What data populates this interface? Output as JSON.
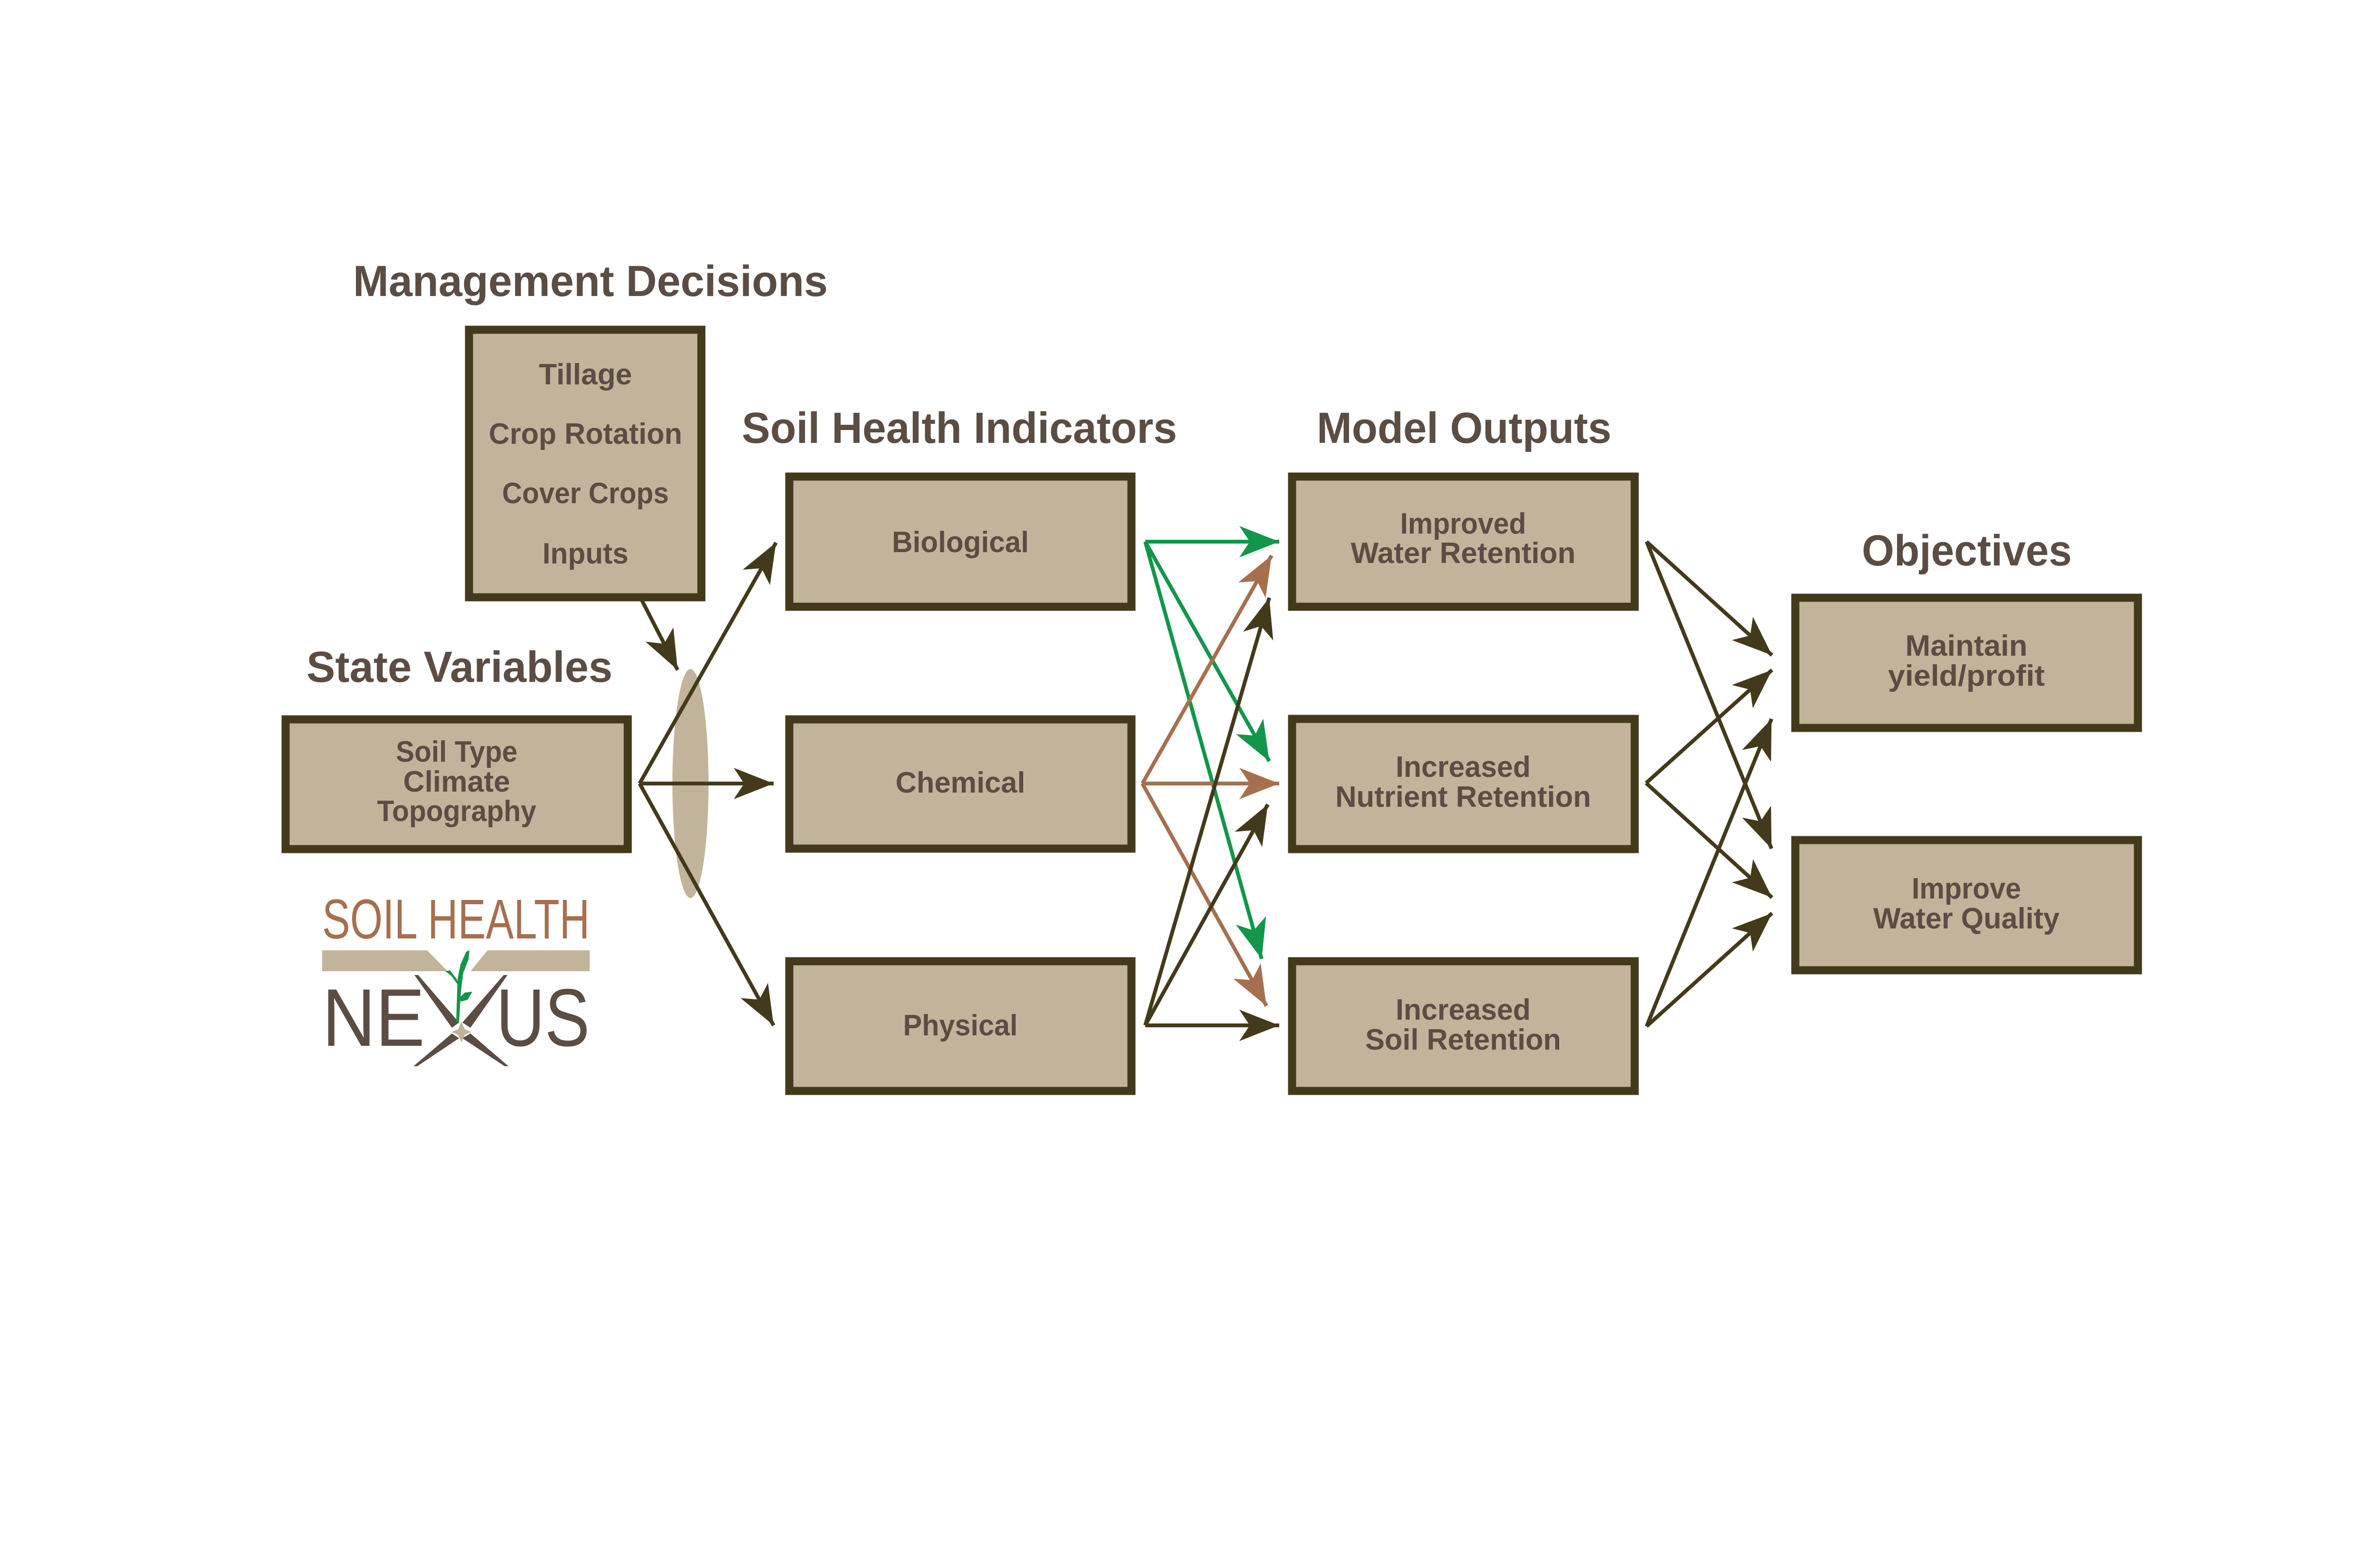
{
  "diagram": {
    "colors": {
      "box_fill": "#c2b49a",
      "box_border": "#433a1b",
      "text": "#5b4d44",
      "arrow_dark": "#433a1b",
      "arrow_green": "#12964a",
      "arrow_brown": "#a66f4e"
    },
    "management": {
      "title": "Management Decisions",
      "items": [
        "Tillage",
        "Crop Rotation",
        "Cover Crops",
        "Inputs"
      ]
    },
    "state": {
      "title": "State Variables",
      "lines": [
        "Soil Type",
        "Climate",
        "Topography"
      ]
    },
    "indicators": {
      "title": "Soil Health Indicators",
      "boxes": [
        "Biological",
        "Chemical",
        "Physical"
      ]
    },
    "outputs": {
      "title": "Model Outputs",
      "boxes": [
        [
          "Improved",
          "Water Retention"
        ],
        [
          "Increased",
          "Nutrient Retention"
        ],
        [
          "Increased",
          "Soil Retention"
        ]
      ]
    },
    "objectives": {
      "title": "Objectives",
      "boxes": [
        [
          "Maintain",
          "yield/profit"
        ],
        [
          "Improve",
          "Water Quality"
        ]
      ]
    },
    "logo": {
      "line1": "SOIL HEALTH",
      "line2_left": "NE",
      "line2_right": "US"
    },
    "connections": [
      {
        "from": "Management Decisions",
        "to": "State Variables link"
      },
      {
        "from": "State Variables",
        "to": "Biological"
      },
      {
        "from": "State Variables",
        "to": "Chemical"
      },
      {
        "from": "State Variables",
        "to": "Physical"
      },
      {
        "from": "Biological",
        "to": "Improved Water Retention",
        "color": "green"
      },
      {
        "from": "Biological",
        "to": "Increased Nutrient Retention",
        "color": "green"
      },
      {
        "from": "Biological",
        "to": "Increased Soil Retention",
        "color": "green"
      },
      {
        "from": "Chemical",
        "to": "Improved Water Retention",
        "color": "brown"
      },
      {
        "from": "Chemical",
        "to": "Increased Nutrient Retention",
        "color": "brown"
      },
      {
        "from": "Chemical",
        "to": "Increased Soil Retention",
        "color": "brown"
      },
      {
        "from": "Physical",
        "to": "Improved Water Retention",
        "color": "dark"
      },
      {
        "from": "Physical",
        "to": "Increased Nutrient Retention",
        "color": "dark"
      },
      {
        "from": "Physical",
        "to": "Increased Soil Retention",
        "color": "dark"
      },
      {
        "from": "Improved Water Retention",
        "to": "Maintain yield/profit"
      },
      {
        "from": "Improved Water Retention",
        "to": "Improve Water Quality"
      },
      {
        "from": "Increased Nutrient Retention",
        "to": "Maintain yield/profit"
      },
      {
        "from": "Increased Nutrient Retention",
        "to": "Improve Water Quality"
      },
      {
        "from": "Increased Soil Retention",
        "to": "Maintain yield/profit"
      },
      {
        "from": "Increased Soil Retention",
        "to": "Improve Water Quality"
      }
    ]
  }
}
